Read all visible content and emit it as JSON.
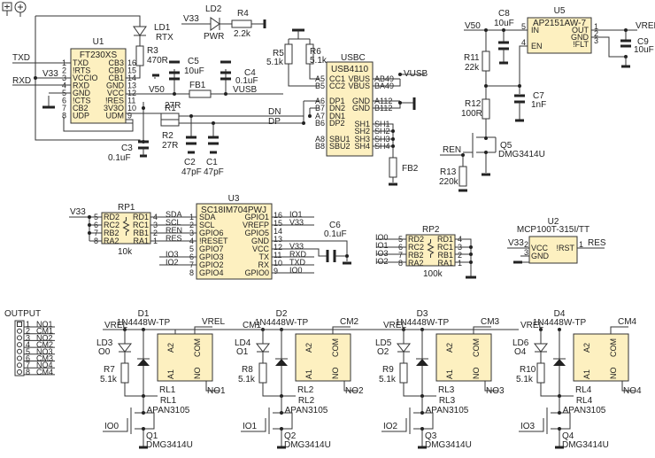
{
  "toolbar": {
    "icons": [
      "zoom-region-icon",
      "zoom-add-icon"
    ]
  },
  "u1": {
    "ref": "U1",
    "part": "FT230XS",
    "left": [
      [
        "1",
        "TXD"
      ],
      [
        "2",
        "!RTS"
      ],
      [
        "3",
        "VCCIO"
      ],
      [
        "4",
        "RXD"
      ],
      [
        "5",
        "GND"
      ],
      [
        "6",
        "!CTS"
      ],
      [
        "7",
        "CB2"
      ],
      [
        "8",
        "UDP"
      ]
    ],
    "right": [
      [
        "16",
        "CB3"
      ],
      [
        "15",
        "CB0"
      ],
      [
        "14",
        "CB1"
      ],
      [
        "13",
        "GND"
      ],
      [
        "12",
        "VCC"
      ],
      [
        "11",
        "!RES"
      ],
      [
        "10",
        "3V3O"
      ],
      [
        "9",
        "UDM"
      ]
    ],
    "nets": {
      "txd": "TXD",
      "v33": "V33",
      "rxd": "RXD"
    }
  },
  "ld1": {
    "ref": "LD1",
    "val": "RTX"
  },
  "r3": {
    "ref": "R3",
    "val": "470R"
  },
  "ld2": {
    "ref": "LD2",
    "val": "PWR",
    "net": "V33"
  },
  "r4": {
    "ref": "R4",
    "val": "2.2k"
  },
  "c5": {
    "ref": "C5",
    "val": "10uF"
  },
  "c4": {
    "ref": "C4",
    "val": "0.1uF",
    "net": "VUSB"
  },
  "fb1": {
    "ref": "FB1",
    "net": "V50"
  },
  "r1": {
    "ref": "R1",
    "val": "27R"
  },
  "r2": {
    "ref": "R2",
    "val": "27R"
  },
  "c3": {
    "ref": "C3",
    "val": "0.1uF"
  },
  "c2": {
    "ref": "C2",
    "val": "47pF"
  },
  "c1": {
    "ref": "C1",
    "val": "47pF"
  },
  "nets_mid": {
    "dn": "DN",
    "dp": "DP"
  },
  "r5": {
    "ref": "R5",
    "val": "5.1k"
  },
  "r6": {
    "ref": "R6",
    "val": "5.1k"
  },
  "usbc": {
    "ref": "USBC",
    "part": "USB4110",
    "left": [
      [
        "A5",
        "CC1"
      ],
      [
        "B5",
        "CC2"
      ],
      [
        "A6",
        "DP1"
      ],
      [
        "B7",
        "DN2"
      ],
      [
        "A7",
        "DN1"
      ],
      [
        "B6",
        "DP2"
      ],
      [
        "A8",
        "SBU1"
      ],
      [
        "B8",
        "SBU2"
      ]
    ],
    "right": [
      [
        "AB49",
        "VBUS"
      ],
      [
        "BA49",
        "VBUS"
      ],
      [
        "A112",
        "GND"
      ],
      [
        "B112",
        "GND"
      ],
      [
        "SH1",
        "SH1"
      ],
      [
        "SH2",
        "SH2"
      ],
      [
        "SH3",
        "SH3"
      ],
      [
        "SH4",
        "SH4"
      ]
    ],
    "net": "VUSB"
  },
  "fb2": {
    "ref": "FB2"
  },
  "u5": {
    "ref": "U5",
    "part": "AP2151AW-7",
    "left": [
      [
        "5",
        "IN"
      ],
      [
        "4",
        "EN"
      ]
    ],
    "right": [
      [
        "1",
        "OUT"
      ],
      [
        "2",
        "GND"
      ],
      [
        "3",
        "!FLT"
      ]
    ],
    "nets": {
      "in": "V50",
      "out": "VREL"
    }
  },
  "c8": {
    "ref": "C8",
    "val": "10uF"
  },
  "c9": {
    "ref": "C9",
    "val": "10uF"
  },
  "r11": {
    "ref": "R11",
    "val": "22k"
  },
  "c7": {
    "ref": "C7",
    "val": "1nF"
  },
  "r12": {
    "ref": "R12",
    "val": "100R"
  },
  "q5": {
    "ref": "Q5",
    "val": "DMG3414U",
    "net": "REN"
  },
  "r13": {
    "ref": "R13",
    "val": "220k"
  },
  "rp1": {
    "ref": "RP1",
    "val": "10k",
    "net": "V33",
    "left": [
      [
        "5",
        "RD2"
      ],
      [
        "6",
        "RC2"
      ],
      [
        "7",
        "RB2"
      ],
      [
        "8",
        "RA2"
      ]
    ],
    "right": [
      [
        "4",
        "RD1"
      ],
      [
        "3",
        "RC1"
      ],
      [
        "2",
        "RB1"
      ],
      [
        "1",
        "RA1"
      ]
    ]
  },
  "u3": {
    "ref": "U3",
    "part": "SC18IM704PWJ",
    "left": [
      [
        "1",
        "SDA",
        "SDA"
      ],
      [
        "2",
        "SCL",
        "SCL"
      ],
      [
        "3",
        "GPIO6",
        "REN"
      ],
      [
        "4",
        "!RESET",
        "RES"
      ],
      [
        "5",
        "GPIO7",
        ""
      ],
      [
        "6",
        "GPIO3",
        "IO3"
      ],
      [
        "7",
        "GPIO2",
        "IO2"
      ],
      [
        "8",
        "GPIO4",
        ""
      ]
    ],
    "right": [
      [
        "16",
        "GPIO1",
        "IO1"
      ],
      [
        "15",
        "VREFP",
        "V33"
      ],
      [
        "14",
        "GPIO5",
        ""
      ],
      [
        "13",
        "GND",
        ""
      ],
      [
        "12",
        "VCC",
        "V33"
      ],
      [
        "11",
        "TX",
        "RXD"
      ],
      [
        "10",
        "RX",
        "TXD"
      ],
      [
        "9",
        "GPIO0",
        "IO0"
      ]
    ]
  },
  "c6": {
    "ref": "C6",
    "val": "0.1uF"
  },
  "rp2": {
    "ref": "RP2",
    "val": "100k",
    "left": [
      [
        "5",
        "RD2",
        "IO0"
      ],
      [
        "6",
        "RC2",
        "IO1"
      ],
      [
        "7",
        "RB2",
        "IO3"
      ],
      [
        "8",
        "RA2",
        "IO2"
      ]
    ],
    "right": [
      [
        "4",
        "RD1"
      ],
      [
        "3",
        "RC1"
      ],
      [
        "2",
        "RB1"
      ],
      [
        "1",
        "RA1"
      ]
    ]
  },
  "u2": {
    "ref": "U2",
    "part": "MCP100T-315I/TT",
    "left": [
      [
        "2",
        "VCC"
      ],
      [
        "3",
        "GND"
      ]
    ],
    "right": [
      [
        "1",
        "!RST"
      ]
    ],
    "nets": {
      "vcc": "V33",
      "rst": "RES"
    }
  },
  "output": {
    "title": "OUTPUT",
    "pins": [
      [
        "1",
        "NO1"
      ],
      [
        "2",
        "CM1"
      ],
      [
        "3",
        "NO2"
      ],
      [
        "4",
        "CM2"
      ],
      [
        "5",
        "NO3"
      ],
      [
        "6",
        "CM3"
      ],
      [
        "7",
        "NO4"
      ],
      [
        "8",
        "CM4"
      ]
    ]
  },
  "channels": [
    {
      "d": "D1",
      "dval": "1N4448W-TP",
      "vin": "VREL",
      "com": "VREL",
      "ld": "LD3",
      "ldv": "O0",
      "r": "R7",
      "rv": "5.1k",
      "rl": "RL1",
      "rlv": "APAN3105",
      "no": "NO1",
      "q": "Q1",
      "qv": "DMG3414U",
      "io": "IO0"
    },
    {
      "d": "D2",
      "dval": "1N4448W-TP",
      "vin": "CM1",
      "com": "CM2",
      "ld": "LD4",
      "ldv": "O1",
      "r": "R8",
      "rv": "5.1k",
      "rl": "RL2",
      "rlv": "APAN3105",
      "no": "NO2",
      "q": "Q2",
      "qv": "DMG3414U",
      "io": "IO1"
    },
    {
      "d": "D3",
      "dval": "1N4448W-TP",
      "vin": "VREL",
      "com": "CM3",
      "ld": "LD5",
      "ldv": "O2",
      "r": "R9",
      "rv": "5.1k",
      "rl": "RL3",
      "rlv": "APAN3105",
      "no": "NO3",
      "q": "Q3",
      "qv": "DMG3414U",
      "io": "IO2"
    },
    {
      "d": "D4",
      "dval": "1N4448W-TP",
      "vin": "VREL",
      "com": "CM4",
      "ld": "LD6",
      "ldv": "O4",
      "r": "R10",
      "rv": "5.1k",
      "rl": "RL4",
      "rlv": "APAN3105",
      "no": "NO4",
      "q": "Q4",
      "qv": "DMG3414U",
      "io": "IO3"
    }
  ],
  "relay_pins": {
    "a2": "A2",
    "a1": "A1",
    "com": "COM",
    "no": "NO"
  }
}
